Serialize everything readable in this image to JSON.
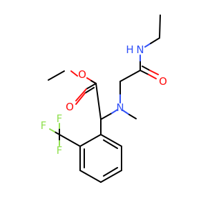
{
  "molecule": {
    "colors": {
      "carbon_bond": "#000000",
      "oxygen": "#ff0d0d",
      "nitrogen": "#3050f8",
      "fluorine": "#90e050"
    },
    "atom_labels": {
      "O_ester_single": "O",
      "O_ester_double": "O",
      "N_amine": "N",
      "N_amide": "N",
      "H_amide": "H",
      "O_amide": "O",
      "F1": "F",
      "F2": "F",
      "F3": "F"
    }
  }
}
